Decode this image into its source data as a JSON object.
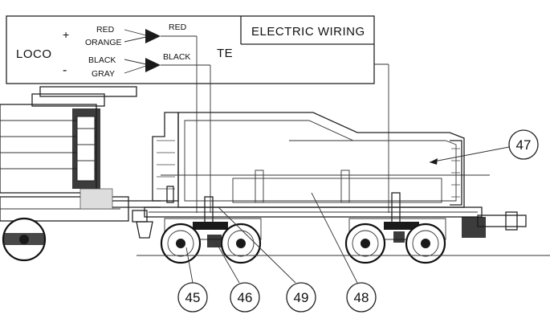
{
  "wiring": {
    "title": "ELECTRIC WIRING",
    "loco_label": "LOCO",
    "plus_sign": "+",
    "minus_sign": "-",
    "te_label": "TE",
    "wires_left": [
      "RED",
      "ORANGE",
      "BLACK",
      "GRAY"
    ],
    "wire_red_out": "RED",
    "wire_black_out": "BLACK"
  },
  "callouts": {
    "c45": "45",
    "c46": "46",
    "c47": "47",
    "c48": "48",
    "c49": "49"
  },
  "icons": {
    "connector": "arrow-connector-icon",
    "wheel": "wheel-icon"
  }
}
